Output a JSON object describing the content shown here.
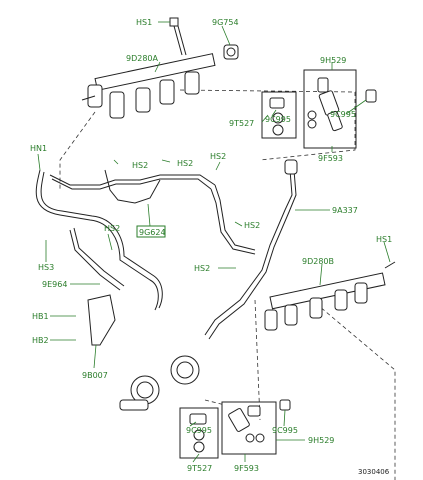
{
  "callouts": {
    "hs1_top": "HS1",
    "g754": "9G754",
    "d280a": "9D280A",
    "h529_top": "9H529",
    "t527_top": "9T527",
    "c995_top_left": "9C995",
    "c995_top_right": "9C995",
    "f593_top": "9F593",
    "hn1": "HN1",
    "hs2_a": "HS2",
    "hs2_b": "HS2",
    "hs2_c": "HS2",
    "hs2_d": "HS2",
    "hs2_e": "HS2",
    "hs2_f": "HS2",
    "g624": "9G624",
    "a337": "9A337",
    "hs3": "HS3",
    "e964": "9E964",
    "hs1_right": "HS1",
    "d280b": "9D280B",
    "hb1": "HB1",
    "hb2": "HB2",
    "b007": "9B007",
    "c995_bot_left": "9C995",
    "c995_bot_right": "9C995",
    "h529_bot": "9H529",
    "t527_bot": "9T527",
    "f593_bot": "9F593"
  },
  "reference_number": "3030406"
}
